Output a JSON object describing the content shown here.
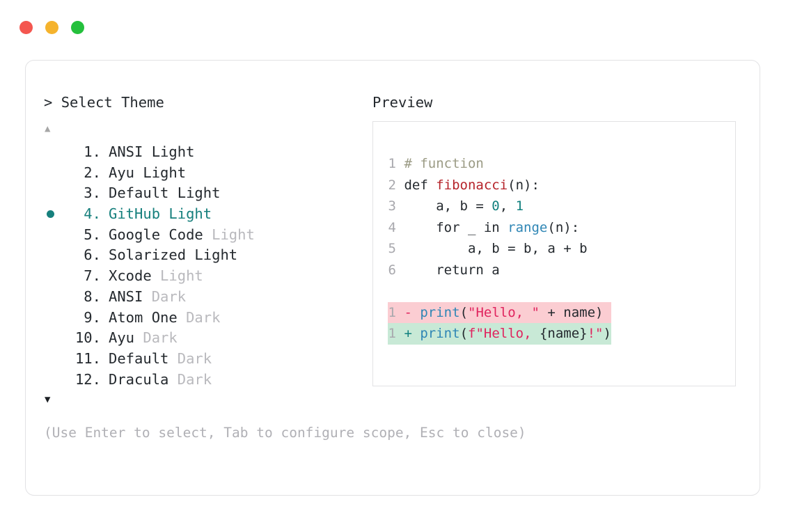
{
  "window": {
    "traffic_lights": [
      {
        "name": "close",
        "color": "#f4564f"
      },
      {
        "name": "minimize",
        "color": "#f5b32d"
      },
      {
        "name": "maximize",
        "color": "#24c03c"
      }
    ]
  },
  "left_panel": {
    "prompt_symbol": "> ",
    "title": "Select Theme",
    "scroll_up_glyph": "▲",
    "scroll_down_glyph": "▼",
    "selected_index": 4,
    "selection_bullet": "●",
    "accent_color": "#17807d",
    "themes": [
      {
        "num": " 1.",
        "name": "ANSI Light",
        "variant": "",
        "dim_variant": false
      },
      {
        "num": " 2.",
        "name": "Ayu Light",
        "variant": "",
        "dim_variant": false
      },
      {
        "num": " 3.",
        "name": "Default Light",
        "variant": "",
        "dim_variant": false
      },
      {
        "num": " 4.",
        "name": "GitHub Light",
        "variant": "",
        "dim_variant": false
      },
      {
        "num": " 5.",
        "name": "Google Code",
        "variant": " Light",
        "dim_variant": true
      },
      {
        "num": " 6.",
        "name": "Solarized Light",
        "variant": "",
        "dim_variant": false
      },
      {
        "num": " 7.",
        "name": "Xcode",
        "variant": " Light",
        "dim_variant": true
      },
      {
        "num": " 8.",
        "name": "ANSI",
        "variant": " Dark",
        "dim_variant": true
      },
      {
        "num": " 9.",
        "name": "Atom One",
        "variant": " Dark",
        "dim_variant": true
      },
      {
        "num": "10.",
        "name": "Ayu",
        "variant": " Dark",
        "dim_variant": true
      },
      {
        "num": "11.",
        "name": "Default",
        "variant": " Dark",
        "dim_variant": true
      },
      {
        "num": "12.",
        "name": "Dracula",
        "variant": " Dark",
        "dim_variant": true
      }
    ]
  },
  "right_panel": {
    "title": "Preview",
    "code_lines": [
      {
        "ln": "1",
        "tokens": [
          {
            "t": "# function",
            "c": "comment"
          }
        ]
      },
      {
        "ln": "2",
        "tokens": [
          {
            "t": "def ",
            "c": "plain"
          },
          {
            "t": "fibonacci",
            "c": "func"
          },
          {
            "t": "(n):",
            "c": "plain"
          }
        ]
      },
      {
        "ln": "3",
        "tokens": [
          {
            "t": "    a, b = ",
            "c": "plain"
          },
          {
            "t": "0",
            "c": "num"
          },
          {
            "t": ", ",
            "c": "plain"
          },
          {
            "t": "1",
            "c": "num"
          }
        ]
      },
      {
        "ln": "4",
        "tokens": [
          {
            "t": "    for _ in ",
            "c": "plain"
          },
          {
            "t": "range",
            "c": "builtin"
          },
          {
            "t": "(n):",
            "c": "plain"
          }
        ]
      },
      {
        "ln": "5",
        "tokens": [
          {
            "t": "        a, b = b, a + b",
            "c": "plain"
          }
        ]
      },
      {
        "ln": "6",
        "tokens": [
          {
            "t": "    return a",
            "c": "plain"
          }
        ]
      }
    ],
    "diff_lines": [
      {
        "ln": "1",
        "kind": "del",
        "sign": "-",
        "tokens": [
          {
            "t": "print",
            "c": "builtin"
          },
          {
            "t": "(",
            "c": "plain"
          },
          {
            "t": "\"Hello, \"",
            "c": "str"
          },
          {
            "t": " + name)",
            "c": "plain"
          }
        ]
      },
      {
        "ln": "1",
        "kind": "add",
        "sign": "+",
        "tokens": [
          {
            "t": "print",
            "c": "builtin"
          },
          {
            "t": "(",
            "c": "plain"
          },
          {
            "t": "f\"Hello, ",
            "c": "str"
          },
          {
            "t": "{name}",
            "c": "plain"
          },
          {
            "t": "!\"",
            "c": "str"
          },
          {
            "t": ")",
            "c": "plain"
          }
        ]
      }
    ]
  },
  "footer": {
    "hint": "(Use Enter to select, Tab to configure scope, Esc to close)"
  }
}
